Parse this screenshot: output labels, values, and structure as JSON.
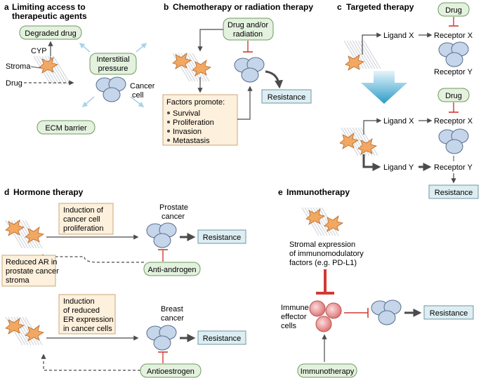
{
  "panel_a": {
    "letter": "a",
    "title_line1": "Limiting access to",
    "title_line2": "therapeutic agents",
    "degraded_drug": "Degraded drug",
    "cyp": "CYP",
    "stroma": "Stroma",
    "drug": "Drug",
    "interstitial_line1": "Interstitial",
    "interstitial_line2": "pressure",
    "cancer_line1": "Cancer",
    "cancer_line2": "cell",
    "ecm_barrier": "ECM barrier"
  },
  "panel_b": {
    "letter": "b",
    "title": "Chemotherapy or radiation therapy",
    "drug_radiation_line1": "Drug and/or",
    "drug_radiation_line2": "radiation",
    "factors_title": "Factors promote:",
    "factors": [
      "Survival",
      "Proliferation",
      "Invasion",
      "Metastasis"
    ],
    "resistance": "Resistance"
  },
  "panel_c": {
    "letter": "c",
    "title": "Targeted therapy",
    "drug_top": "Drug",
    "ligand_x_top": "Ligand X",
    "receptor_x_top": "Receptor X",
    "receptor_y_top": "Receptor Y",
    "drug_bottom": "Drug",
    "ligand_x_bottom": "Ligand X",
    "receptor_x_bottom": "Receptor X",
    "ligand_y": "Ligand Y",
    "receptor_y_bottom": "Receptor Y",
    "resistance": "Resistance"
  },
  "panel_d": {
    "letter": "d",
    "title": "Hormone therapy",
    "induction1_line1": "Induction of",
    "induction1_line2": "cancer cell",
    "induction1_line3": "proliferation",
    "prostate_line1": "Prostate",
    "prostate_line2": "cancer",
    "resistance1": "Resistance",
    "reduced_ar_line1": "Reduced AR in",
    "reduced_ar_line2": "prostate cancer",
    "reduced_ar_line3": "stroma",
    "anti_androgen": "Anti-androgen",
    "induction2_line1": "Induction",
    "induction2_line2": "of reduced",
    "induction2_line3": "ER expression",
    "induction2_line4": "in cancer cells",
    "breast_line1": "Breast",
    "breast_line2": "cancer",
    "resistance2": "Resistance",
    "antioestrogen": "Antioestrogen"
  },
  "panel_e": {
    "letter": "e",
    "title": "Immunotherapy",
    "stromal_line1": "Stromal expression",
    "stromal_line2": "of immunomodulatory",
    "stromal_line3": "factors (e.g. PD-L1)",
    "immune_line1": "Immune",
    "immune_line2": "effector",
    "immune_line3": "cells",
    "resistance": "Resistance",
    "immunotherapy": "Immunotherapy"
  },
  "colors": {
    "green_box_fill": "#e3f1de",
    "green_box_stroke": "#6d9a5f",
    "tan_box_fill": "#fdf0dc",
    "tan_box_stroke": "#c9a77a",
    "resistance_fill": "#ddeef3",
    "resistance_stroke": "#6f95a1",
    "cell_fill": "#c5d5ea",
    "cell_stroke": "#5a6f8e",
    "stroma_fill": "#f2a861",
    "stroma_stroke": "#b8672a",
    "immune_fill": "#e88e8e",
    "inhibit_red": "#d23a32",
    "arrow_dark": "#4b4b4b",
    "light_arrow": "#a8d4e8"
  }
}
